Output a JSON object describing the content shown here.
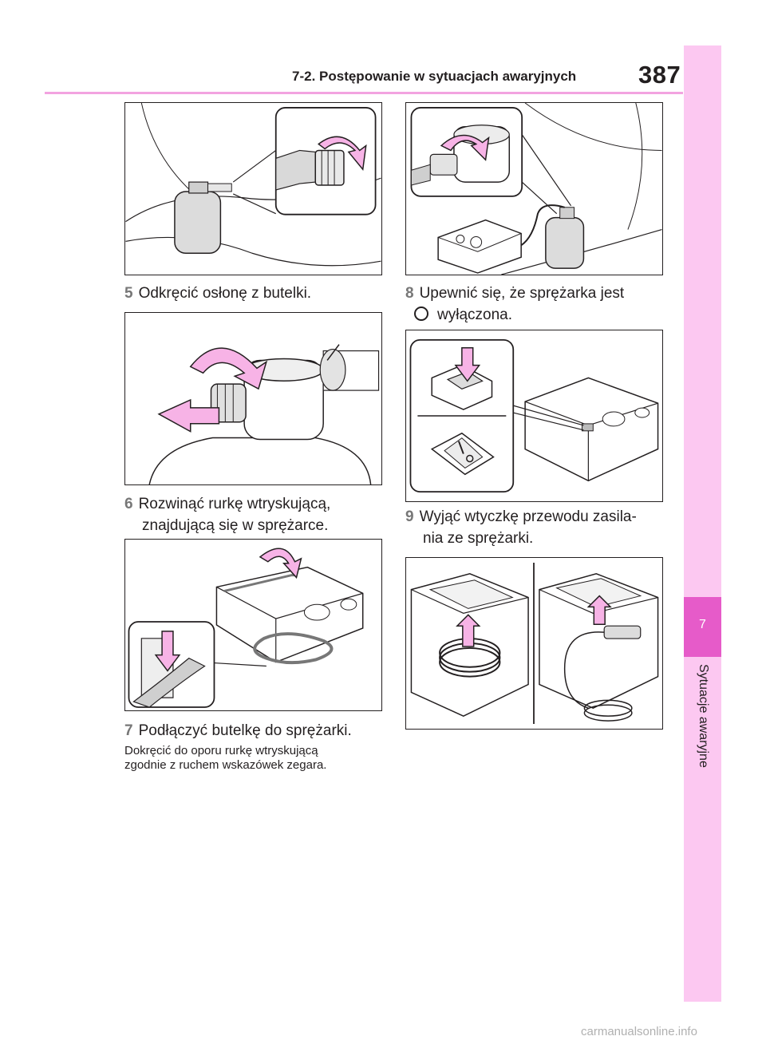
{
  "header": {
    "section_title": "7-2. Postępowanie w sytuacjach awaryjnych",
    "page_number": "387"
  },
  "side_tab": {
    "chapter_number": "7",
    "chapter_label": "Sytuacje awaryjne"
  },
  "steps": {
    "s5": {
      "num": "5",
      "text": "Odkręcić osłonę z butelki."
    },
    "s6": {
      "num": "6",
      "line1": "Rozwinąć rurkę wtryskującą,",
      "line2": "znajdującą się w sprężarce."
    },
    "s7": {
      "num": "7",
      "text": "Podłączyć butelkę do sprężarki.",
      "note_line1": "Dokręcić do oporu rurkę wtryskującą",
      "note_line2": "zgodnie z ruchem wskazówek zegara."
    },
    "s8": {
      "num": "8",
      "line1": "Upewnić się, że sprężarka jest",
      "line2": "wyłączona."
    },
    "s9": {
      "num": "9",
      "line1": "Wyjąć wtyczkę przewodu zasila-",
      "line2": "nia ze sprężarki."
    }
  },
  "colors": {
    "accent_pink": "#e65bc9",
    "tab_pink": "#fcc8f1",
    "arrow_pink": "#f7b3e6",
    "rule_pink": "#f2a3e0"
  },
  "icons": [
    "rotate-arrow-icon",
    "pull-arrow-icon",
    "press-down-arrow-icon",
    "lift-up-arrow-icon",
    "off-position-circle-icon"
  ],
  "footer": {
    "watermark": "carmanualsonline.info"
  }
}
